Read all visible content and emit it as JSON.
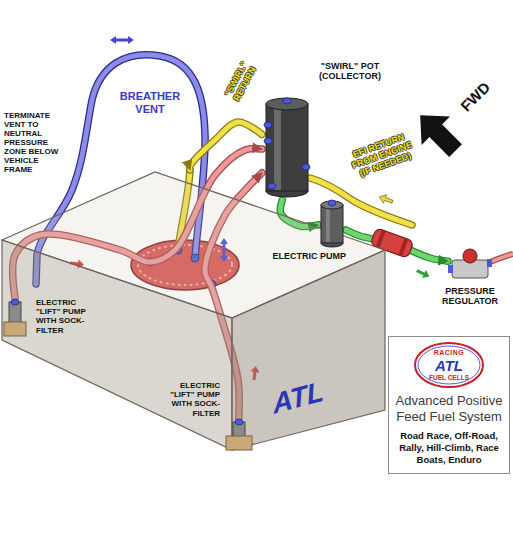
{
  "diagram": {
    "nodes": [
      {
        "text": [
          "ATL"
        ]
      },
      {
        "text": [
          "ELECTRIC \"LIFT\" PUMP WITH SOCK-FILTER"
        ],
        "in": 0
      },
      {
        "text": [
          "ELECTRIC \"LIFT\" PUMP WITH SOCK-FILTER"
        ],
        "in": 0
      },
      {
        "text": [
          "\"SWIRL\" POT (COLLECTOR)"
        ]
      },
      {
        "text": [
          "ELECTRIC PUMP"
        ]
      },
      {
        "text": [
          "PRESSURE REGULATOR"
        ]
      },
      {
        "text": [
          "Advanced Positive Feed Fuel System",
          "Road Race, Off-Road, Rally, Hill-Climb, Race Boats, Enduro"
        ]
      },
      {
        "text": [
          "RACING",
          "ATL",
          "FUEL CELLS"
        ],
        "in": 6
      }
    ],
    "edges": [
      {
        "from": 1,
        "to": 3,
        "arrow": "to"
      },
      {
        "from": 2,
        "to": 3,
        "arrow": "to"
      },
      {
        "from": 3,
        "to": 4,
        "arrow": "to"
      },
      {
        "from": 4,
        "to": 5,
        "arrow": "to"
      },
      {
        "from": 3,
        "to": 0,
        "arrow": "to",
        "label": "\"SWIRL\" RETURN"
      }
    ],
    "labels": [
      "BREATHER VENT",
      "FWD",
      "EFI RETURN FROM ENGINE (IF NEEDED)",
      "TERMINATE VENT TO NEUTRAL PRESSURE ZONE BELOW VEHICLE FRAME"
    ]
  }
}
